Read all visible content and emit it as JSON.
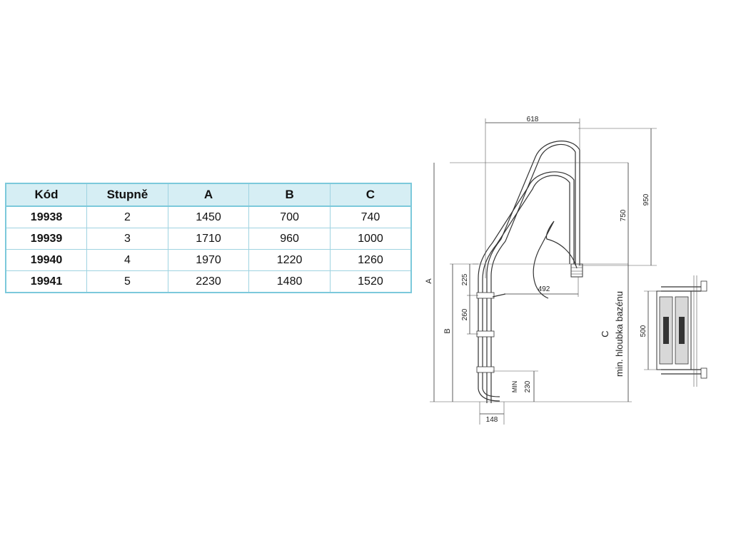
{
  "table": {
    "headers": [
      "Kód",
      "Stupně",
      "A",
      "B",
      "C"
    ],
    "rows": [
      [
        "19938",
        "2",
        "1450",
        "700",
        "740"
      ],
      [
        "19939",
        "3",
        "1710",
        "960",
        "1000"
      ],
      [
        "19940",
        "4",
        "1970",
        "1220",
        "1260"
      ],
      [
        "19941",
        "5",
        "2230",
        "1480",
        "1520"
      ]
    ]
  },
  "drawing": {
    "dimensions": {
      "width_top": "618",
      "height_950": "950",
      "height_750": "750",
      "offset_492": "492",
      "step_225": "225",
      "step_260": "260",
      "min_label": "MIN",
      "min_230": "230",
      "width_148": "148",
      "step_500": "500",
      "label_a": "A",
      "label_b": "B",
      "label_c": "C"
    },
    "depth_label": "min. hloubka bazénu"
  }
}
